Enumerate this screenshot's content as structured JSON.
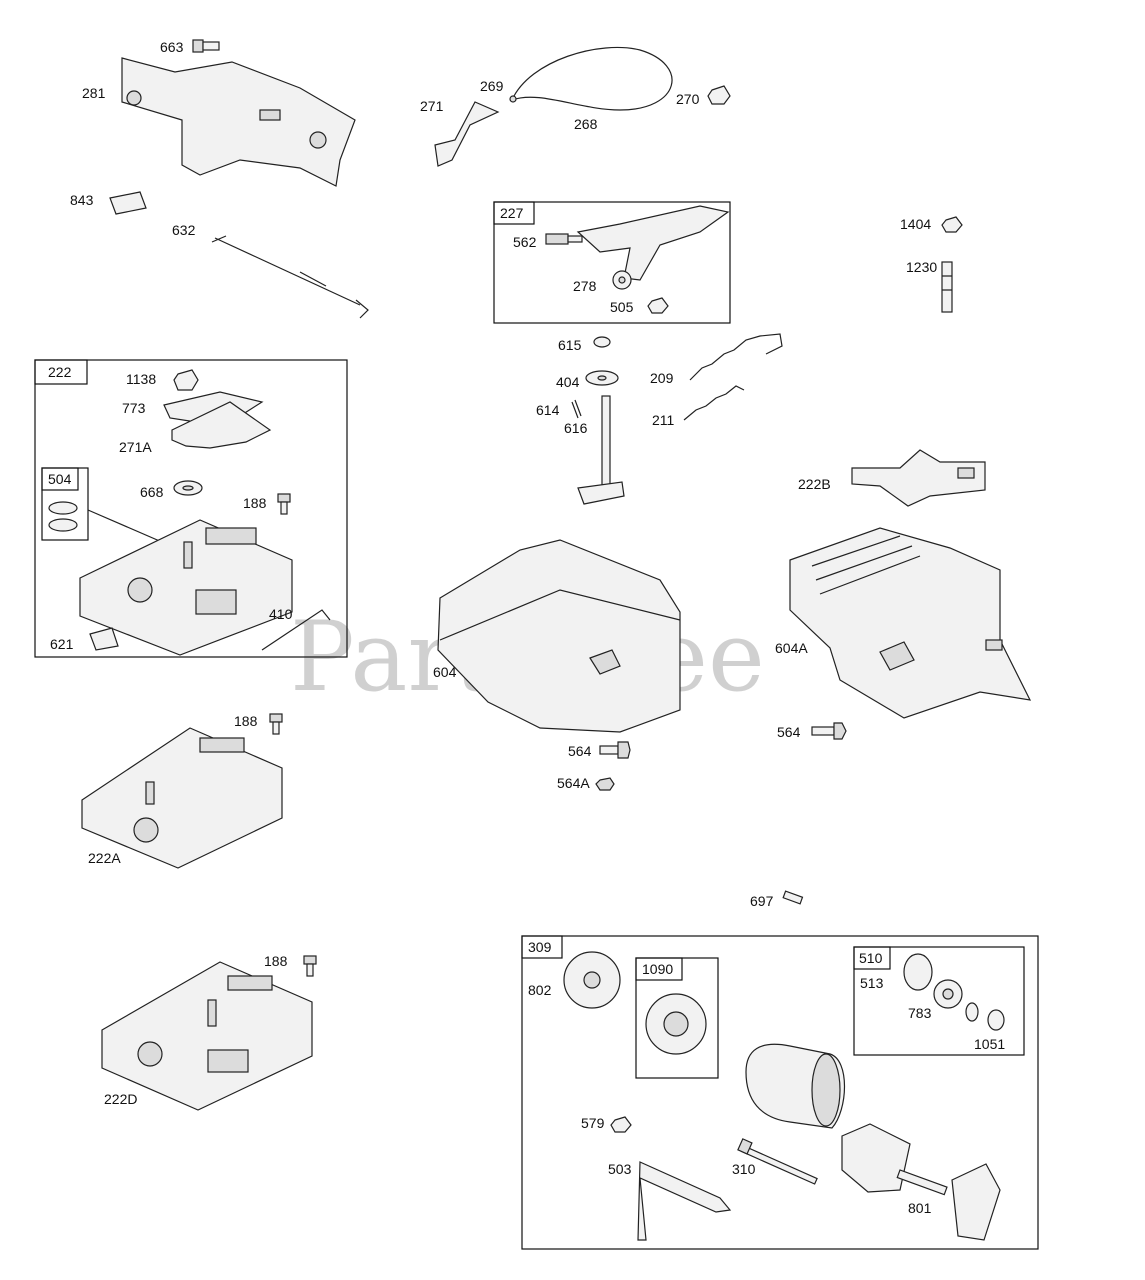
{
  "watermark": "PartsTree",
  "groups": {
    "g227": "227",
    "g222": "222",
    "g504": "504",
    "g309": "309",
    "g1090": "1090",
    "g510": "510"
  },
  "labels": {
    "p663": "663",
    "p281": "281",
    "p843": "843",
    "p632": "632",
    "p271": "271",
    "p269": "269",
    "p268": "268",
    "p270": "270",
    "p562": "562",
    "p278": "278",
    "p505": "505",
    "p1404": "1404",
    "p1230": "1230",
    "p615": "615",
    "p404": "404",
    "p614": "614",
    "p616": "616",
    "p209": "209",
    "p211": "211",
    "p222B": "222B",
    "p1138": "1138",
    "p773": "773",
    "p271A": "271A",
    "p668": "668",
    "p188a": "188",
    "p621": "621",
    "p410": "410",
    "p604": "604",
    "p604A": "604A",
    "p564a": "564",
    "p564A": "564A",
    "p564b": "564",
    "p188b": "188",
    "p222A": "222A",
    "p188c": "188",
    "p222D": "222D",
    "p697": "697",
    "p802": "802",
    "p513": "513",
    "p783": "783",
    "p1051": "1051",
    "p579": "579",
    "p503": "503",
    "p310": "310",
    "p801": "801"
  }
}
